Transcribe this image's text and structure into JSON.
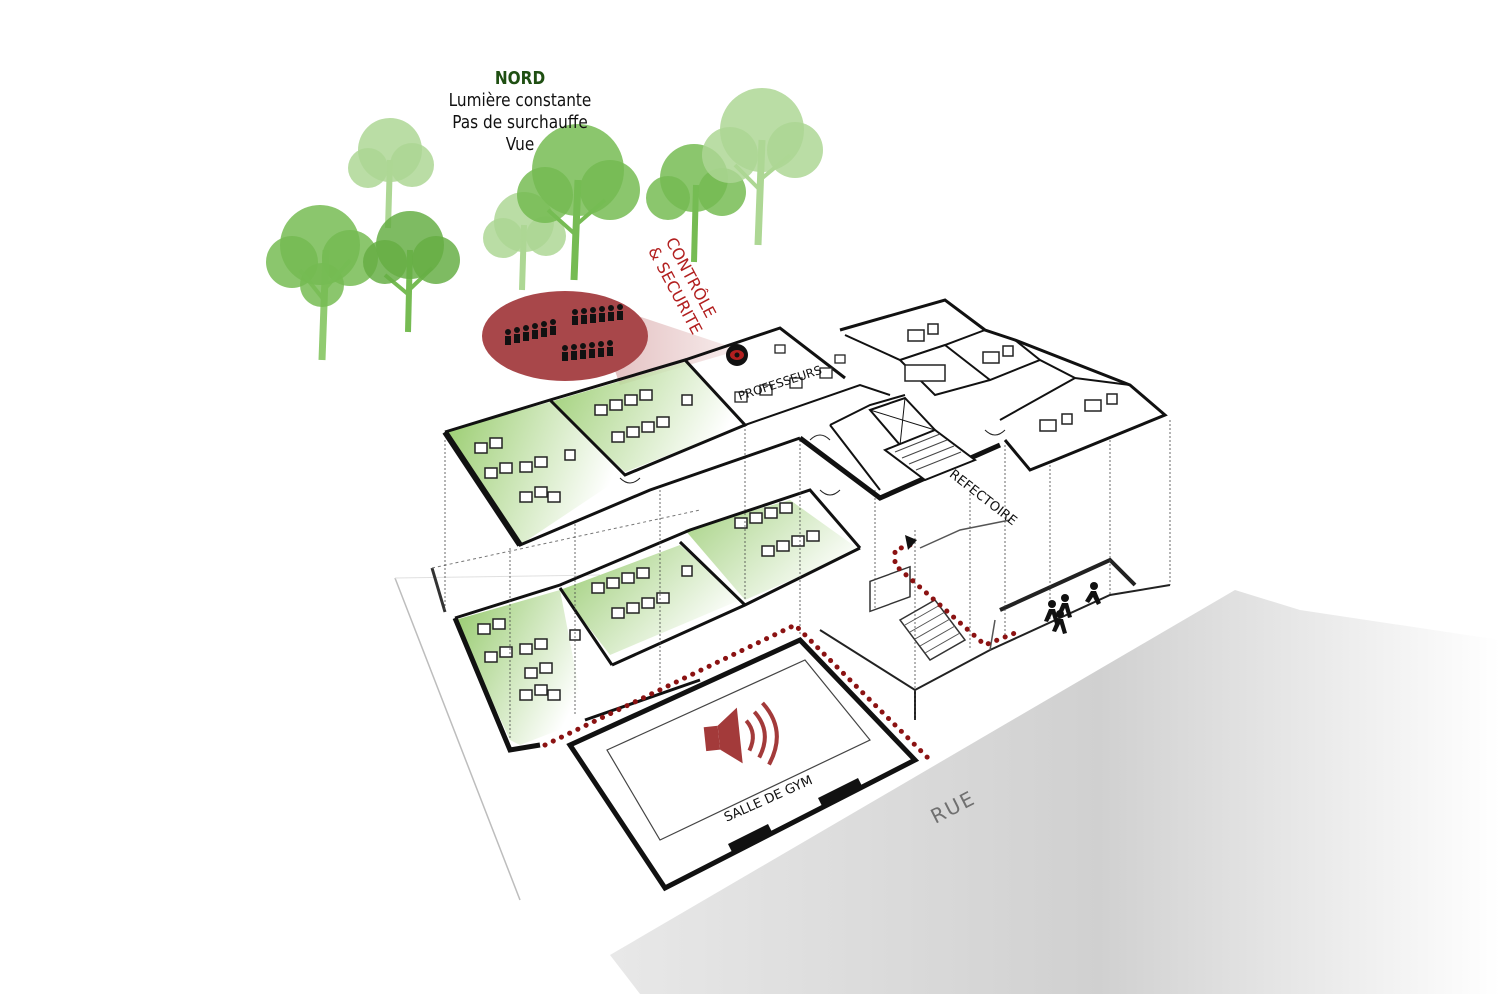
{
  "north": {
    "title": "NORD",
    "lines": [
      "Lumière constante",
      "Pas de surchauffe",
      "Vue"
    ]
  },
  "labels": {
    "control_line1": "CONTRÔLE",
    "control_line2": "& SECURITE",
    "teachers": "PROFESSEURS",
    "refectory": "REFECTOIRE",
    "gym": "SALLE DE GYM",
    "street": "RUE"
  },
  "colors": {
    "tree_dark": "#6fb84a",
    "tree_light": "#a9d58f",
    "trunk": "#8cc96a",
    "classroom_green": "#8cc65c",
    "control_red": "#b21f1f",
    "bubble_red": "#a8474a",
    "path_red": "#8b1212",
    "wall": "#111111",
    "street_gray": "#cfcfcf"
  },
  "icons": [
    "eye-icon",
    "speaker-icon",
    "people-group-icon",
    "running-children-icon"
  ]
}
